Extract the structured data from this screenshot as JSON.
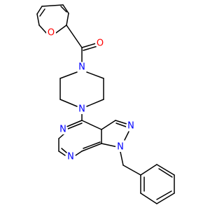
{
  "structure": {
    "atom_labels": {
      "furan_o": "O",
      "carbonyl_o": "O",
      "piperazine_n1": "N",
      "piperazine_n4": "N",
      "pyrimidine_n_left": "N",
      "pyrimidine_n_bottom": "N",
      "pyrazole_n2": "N",
      "pyrazole_n1": "N"
    },
    "colors": {
      "oxygen": "#ff0000",
      "nitrogen": "#0000ff",
      "bond": "#000000"
    }
  }
}
